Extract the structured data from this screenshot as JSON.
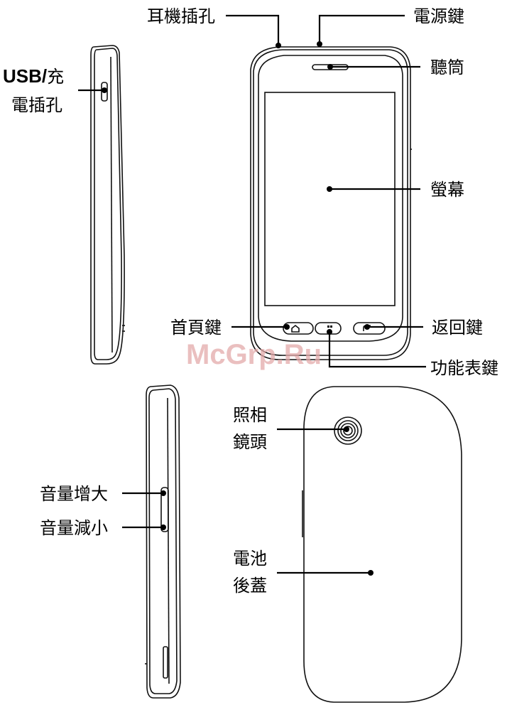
{
  "labels": {
    "headphone_jack": "耳機插孔",
    "power_key": "電源鍵",
    "usb_prefix": "USB/",
    "usb_suffix": "充",
    "usb_line2": "電插孔",
    "earpiece": "聽筒",
    "screen": "螢幕",
    "home_key": "首頁鍵",
    "back_key": "返回鍵",
    "menu_key": "功能表鍵",
    "camera_line1": "照相",
    "camera_line2": "鏡頭",
    "volume_up": "音量增大",
    "volume_down": "音量減小",
    "battery_line1": "電池",
    "battery_line2": "後蓋"
  },
  "watermark": "McGrp.Ru"
}
